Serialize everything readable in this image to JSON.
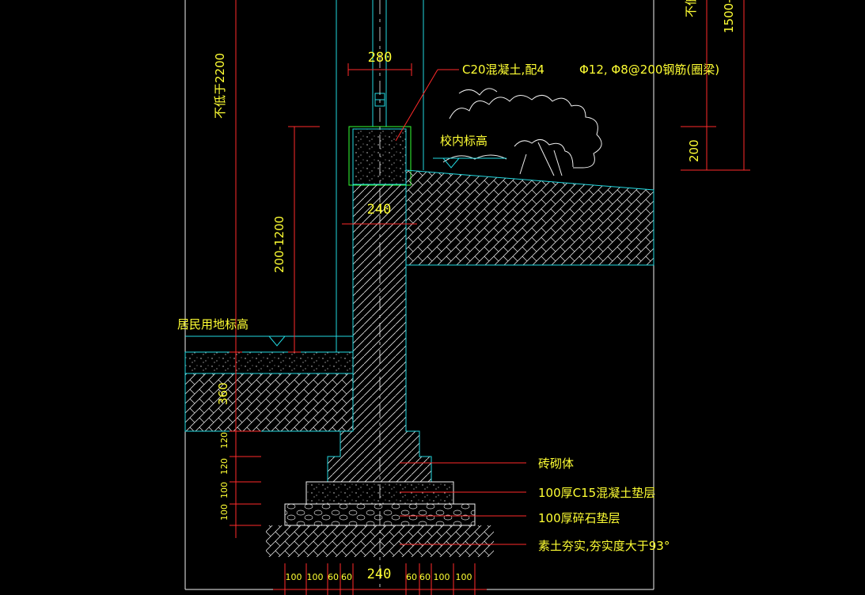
{
  "drawing": {
    "top_width_dim": "280",
    "concrete_note": "C20混凝土,配4",
    "rebar_note": "Φ12, Φ8@200钢筋(圈梁)",
    "campus_level": "校内标高",
    "residential_level": "居民用地标高",
    "height_left": "不低于2200",
    "height_mid": "200-1200",
    "height_right_top": "不低",
    "height_right": "1500-",
    "dim_200": "200",
    "wall_width": "240",
    "dim_360": "360",
    "footing_dims": [
      "120",
      "120",
      "100",
      "100"
    ],
    "bottom_width": "240",
    "bottom_dims_left": [
      "100",
      "100",
      "60",
      "60"
    ],
    "bottom_dims_right": [
      "60",
      "60",
      "100",
      "100"
    ],
    "labels": {
      "masonry": "砖砌体",
      "c15_layer": "100厚C15混凝土垫层",
      "gravel_layer": "100厚碎石垫层",
      "soil": "素土夯实,夯实度大于93°"
    }
  }
}
